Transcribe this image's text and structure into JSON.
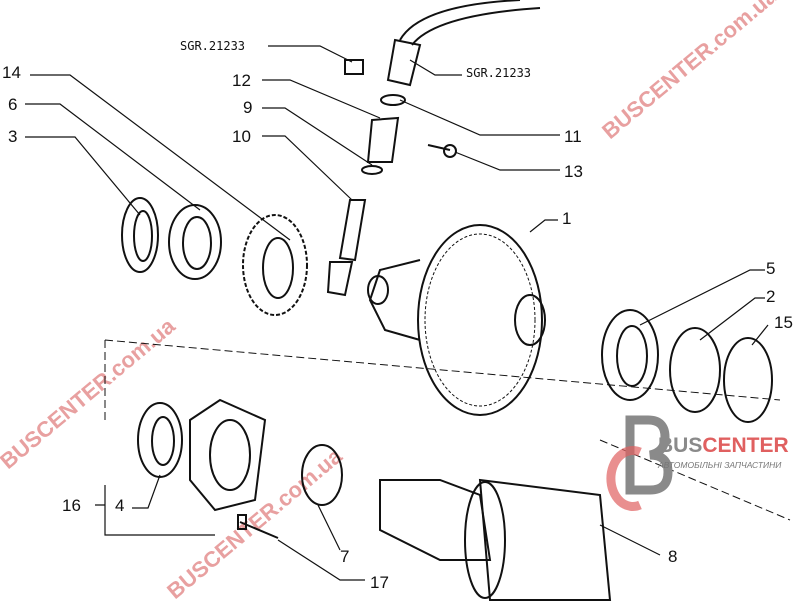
{
  "watermark": "BUSCENTER.com.ua",
  "logo": {
    "brand_a": "BUS",
    "brand_b": "CENTER",
    "tagline": "АВТОМОБІЛЬНІ ЗАПЧАСТИНИ",
    "colors": {
      "gray": "#8a8a8a",
      "red": "#e06060"
    }
  },
  "tools": {
    "left": "SGR.21233",
    "right": "SGR.21233"
  },
  "callouts": {
    "c14": "14",
    "c6": "6",
    "c3": "3",
    "c12": "12",
    "c9": "9",
    "c10": "10",
    "c11": "11",
    "c13": "13",
    "c1": "1",
    "c5": "5",
    "c2": "2",
    "c15": "15",
    "c16": "16",
    "c4": "4",
    "c7": "7",
    "c17": "17",
    "c8": "8"
  }
}
